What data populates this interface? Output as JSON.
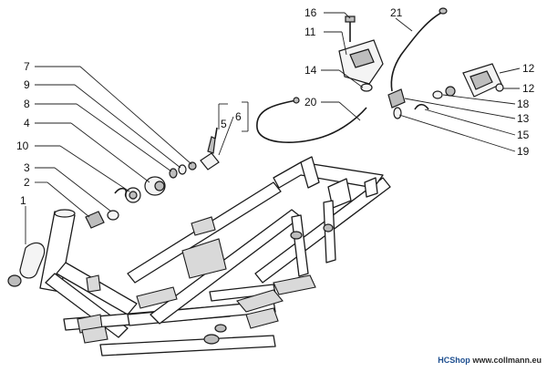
{
  "labels": {
    "n1": "1",
    "n2": "2",
    "n3": "3",
    "n4": "4",
    "n5": "5",
    "n6": "6",
    "n7": "7",
    "n8": "8",
    "n9": "9",
    "n10": "10",
    "n11": "11",
    "n12a": "12",
    "n12b": "12",
    "n13": "13",
    "n14": "14",
    "n15": "15",
    "n16": "16",
    "n18": "18",
    "n19": "19",
    "n20": "20",
    "n21": "21"
  },
  "credit": {
    "shop": "HCShop",
    "site": "www.collmann.eu"
  }
}
